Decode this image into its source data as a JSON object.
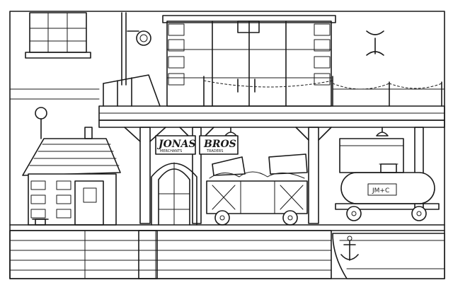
{
  "sign": {
    "word1": "JONAS",
    "word2": "BROS",
    "sub1": "MERCHANTS",
    "sub2": "TRADERS"
  },
  "tank_wagon": {
    "label": "JM+C"
  },
  "palette": {
    "ink": "#1a1a1a",
    "paper": "#ffffff"
  }
}
